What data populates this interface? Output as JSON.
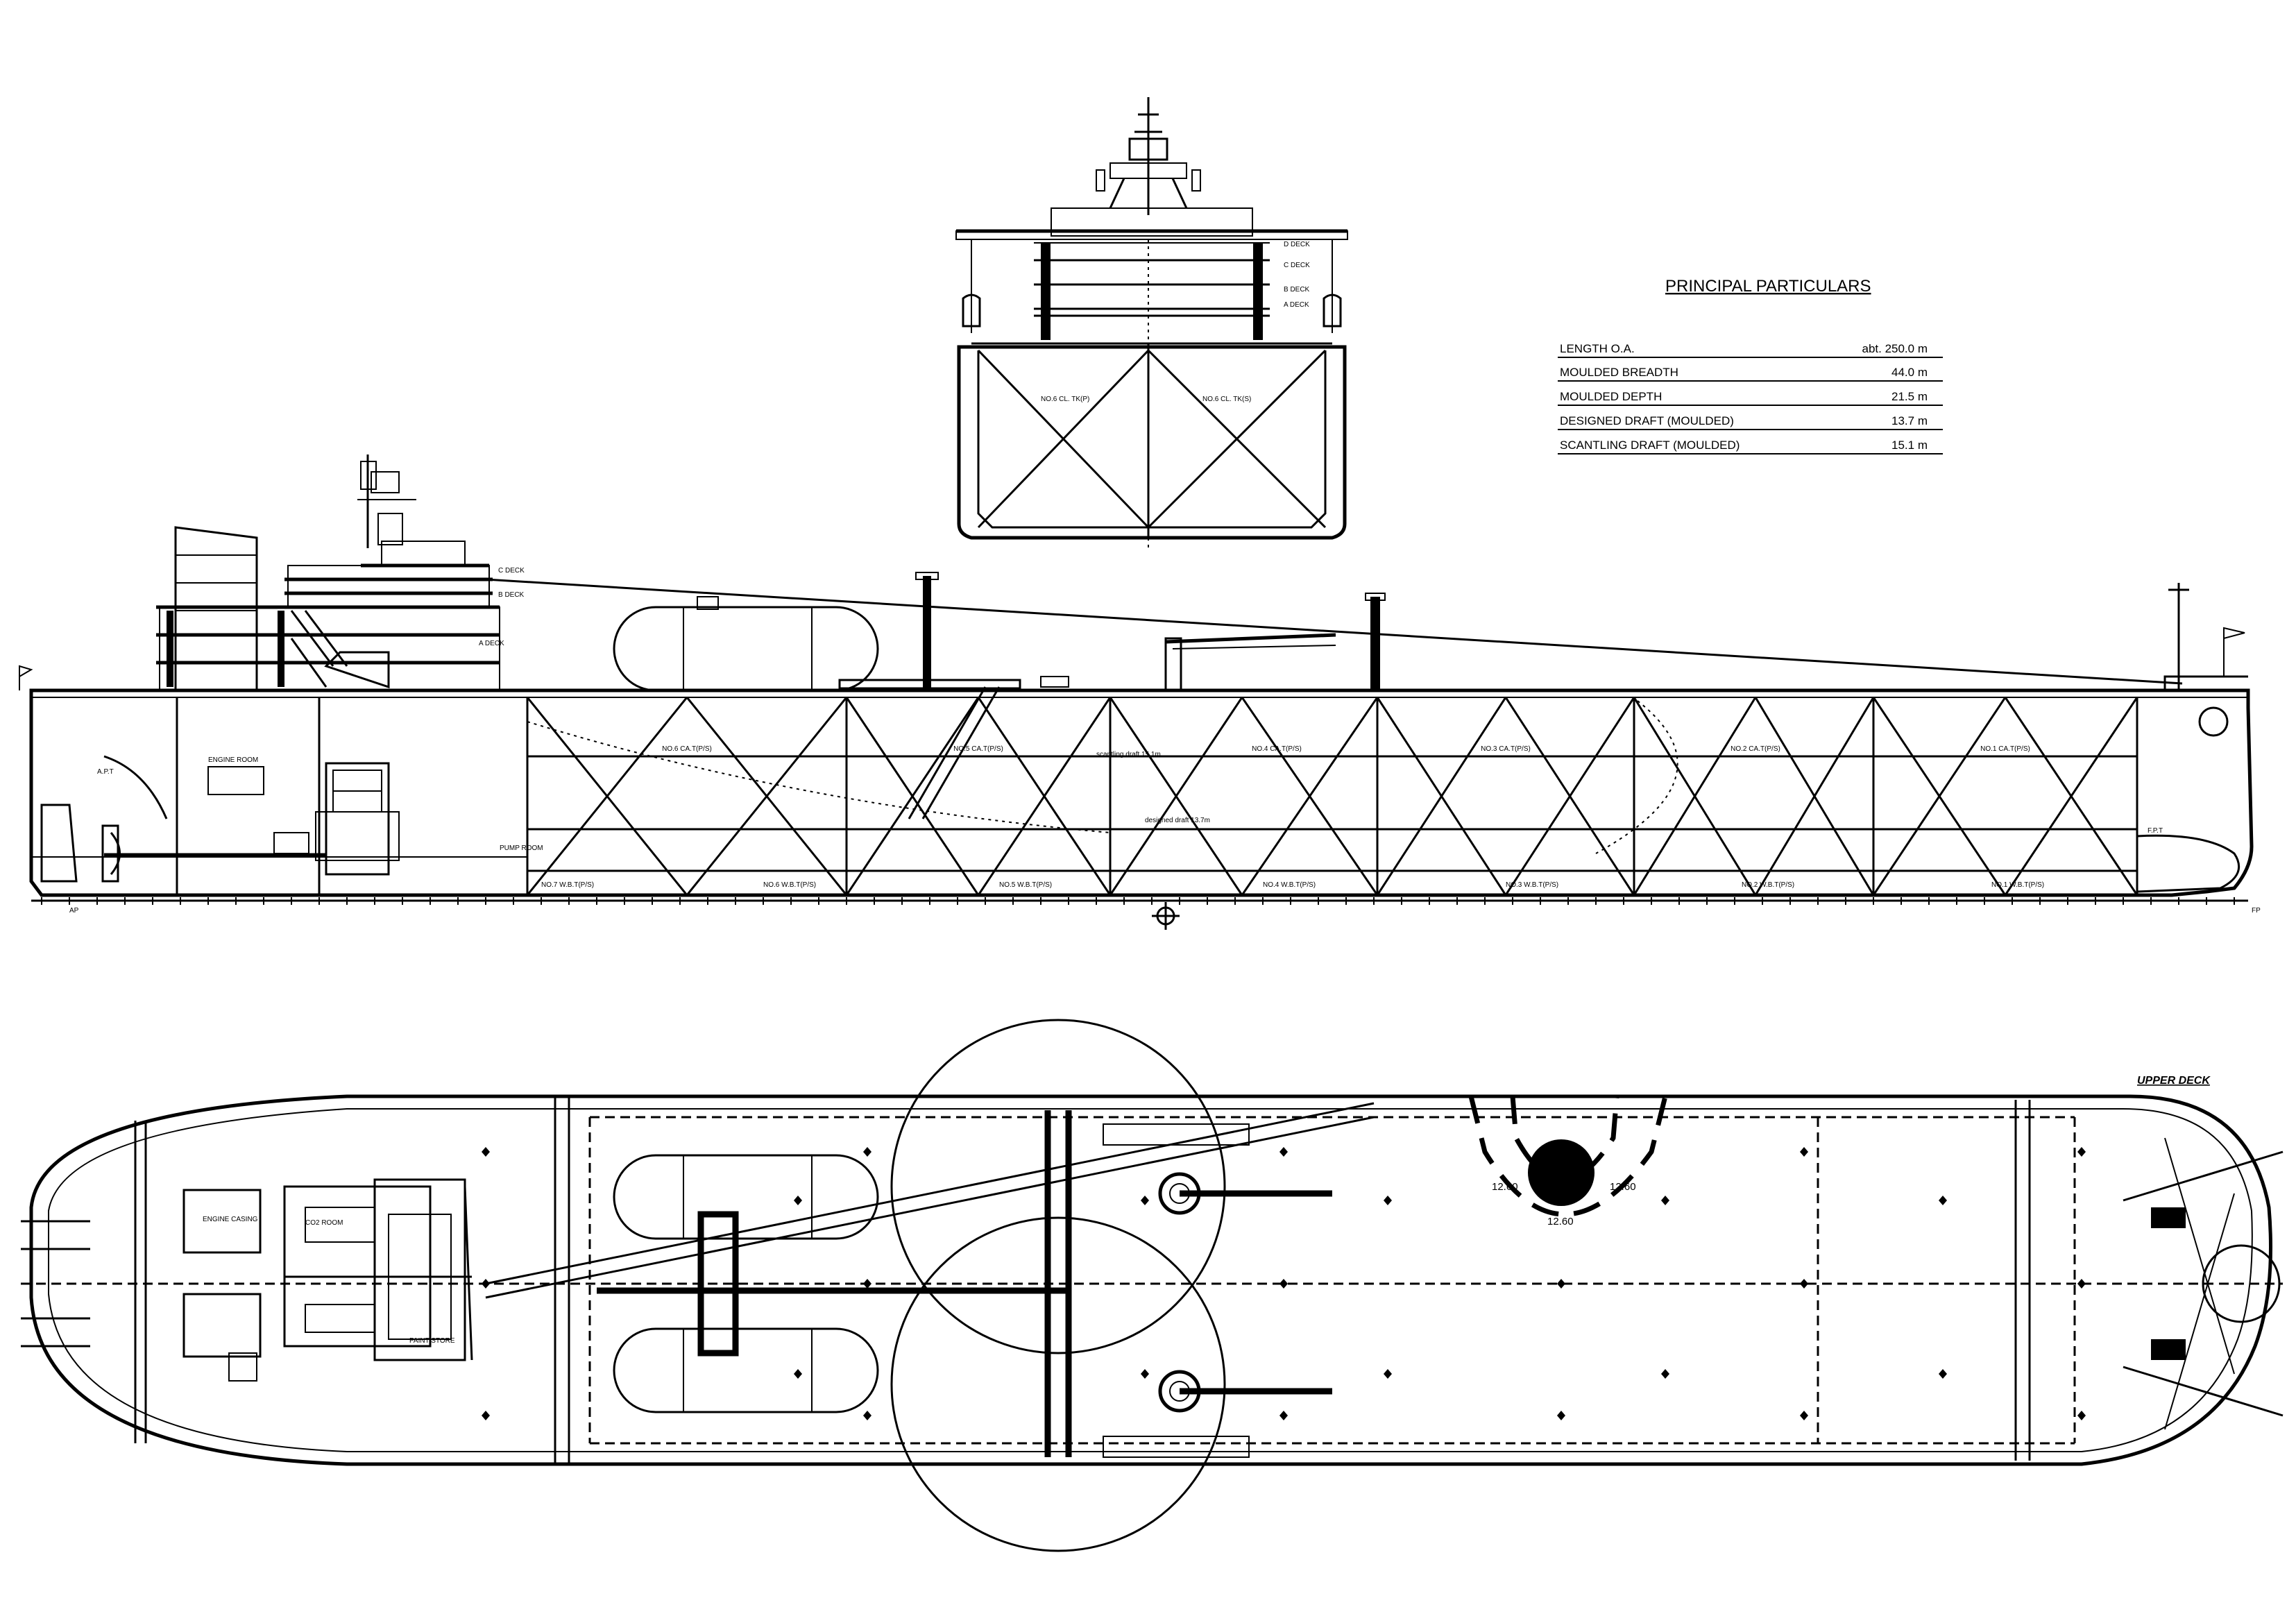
{
  "principal_particulars": {
    "title": "PRINCIPAL  PARTICULARS",
    "rows": [
      {
        "label": "LENGTH O.A.",
        "value": "abt. 250.0  m"
      },
      {
        "label": "MOULDED BREADTH",
        "value": "44.0  m"
      },
      {
        "label": "MOULDED DEPTH",
        "value": "21.5  m"
      },
      {
        "label": "DESIGNED DRAFT (MOULDED)",
        "value": "13.7  m"
      },
      {
        "label": "SCANTLING DRAFT (MOULDED)",
        "value": "15.1  m"
      }
    ]
  },
  "midship_section": {
    "deck_labels": [
      "D DECK",
      "C DECK",
      "B DECK",
      "A DECK"
    ],
    "tank_labels": [
      "NO.6 CL. TK(P)",
      "NO.6 CL. TK(S)"
    ]
  },
  "profile": {
    "deck_labels": [
      "C DECK",
      "B DECK",
      "A DECK"
    ],
    "tank_labels": [
      "NO.6 CA.T(P/S)",
      "NO.5 CA.T(P/S)",
      "NO.4 CA.T(P/S)",
      "NO.3 CA.T(P/S)",
      "NO.2 CA.T(P/S)",
      "NO.1 CA.T(P/S)"
    ],
    "ballast_labels": [
      "NO.7 W.B.T(P/S)",
      "NO.6 W.B.T(P/S)",
      "NO.5 W.B.T(P/S)",
      "NO.4 W.B.T(P/S)",
      "NO.3 W.B.T(P/S)",
      "NO.2 W.B.T(P/S)",
      "NO.1 W.B.T(P/S)"
    ],
    "notes": [
      "scantling draft 15.1m",
      "designed draft 13.7m"
    ],
    "room_labels": [
      "PUMP ROOM",
      "F.P.T",
      "A.P.T",
      "ENGINE ROOM"
    ],
    "perpendicular_marks": [
      "AP",
      "FP"
    ]
  },
  "upper_deck": {
    "title": "UPPER DECK",
    "contour_labels": [
      "12.60",
      "12.60",
      "12.60"
    ],
    "room_labels": [
      "ENGINE CASING",
      "CO2 ROOM",
      "PAINT STORE"
    ]
  }
}
